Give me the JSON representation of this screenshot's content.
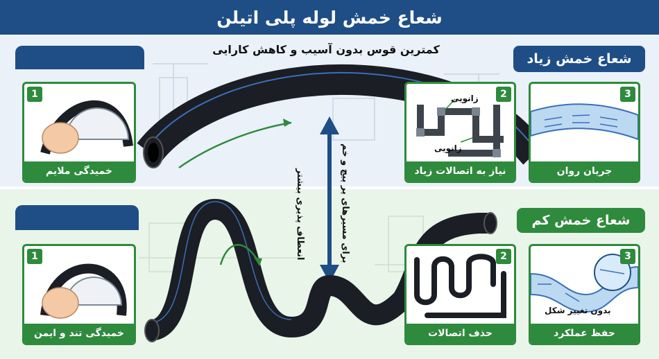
{
  "title": "شعاع خمش لوله پلی اتیلن",
  "top_section": {
    "heading": "شعاع خمش زیاد",
    "subtitle": "کمترین قوس بدون آسیب و کاهش کارایی",
    "cards": [
      {
        "number": "1",
        "label": "خمیدگی ملایم"
      },
      {
        "number": "2",
        "label": "نیاز به اتصالات زیاد",
        "annotations": [
          "زانویی",
          "زانویی"
        ]
      },
      {
        "number": "3",
        "label": "جریان روان"
      }
    ]
  },
  "middle": {
    "left_text": "انعطاف پذیری بیشتر",
    "right_text": "برای مسیرهای پر پیچ و خم"
  },
  "bottom_section": {
    "heading": "شعاع خمش کم",
    "cards": [
      {
        "number": "1",
        "label": "خمیدگی تند و ایمن"
      },
      {
        "number": "2",
        "label": "حذف اتصالات"
      },
      {
        "number": "3",
        "label": "حفظ عملکرد",
        "annotation": "بدون تغییر شکل"
      }
    ]
  },
  "colors": {
    "navy": "#1f4e86",
    "green": "#2e8a3c",
    "pipe": "#1b1e24",
    "pipe_stripe": "#3a6fb7"
  }
}
